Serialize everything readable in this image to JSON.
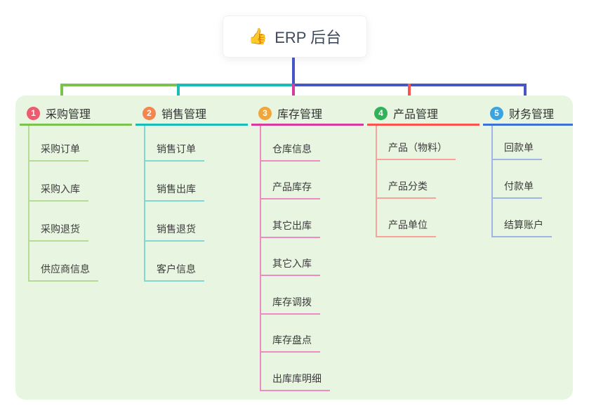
{
  "root": {
    "icon": "👍",
    "label": "ERP 后台"
  },
  "branches": [
    {
      "number": "1",
      "label": "采购管理",
      "items": [
        "采购订单",
        "采购入库",
        "采购退货",
        "供应商信息"
      ],
      "colors": {
        "badge": "#ee5b6e",
        "line": "#7cc24f",
        "sub_line": "#b5db97"
      }
    },
    {
      "number": "2",
      "label": "销售管理",
      "items": [
        "销售订单",
        "销售出库",
        "销售退货",
        "客户信息"
      ],
      "colors": {
        "badge": "#f5854e",
        "line": "#1abdb3",
        "sub_line": "#82d7d1"
      }
    },
    {
      "number": "3",
      "label": "库存管理",
      "items": [
        "仓库信息",
        "产品库存",
        "其它出库",
        "其它入库",
        "库存调拨",
        "库存盘点",
        "出库库明细"
      ],
      "colors": {
        "badge": "#f0a63a",
        "line": "#d63a9e",
        "sub_line": "#ee8ac4"
      }
    },
    {
      "number": "4",
      "label": "产品管理",
      "items": [
        "产品（物料）",
        "产品分类",
        "产品单位"
      ],
      "colors": {
        "badge": "#32b258",
        "line": "#fa544c",
        "sub_line": "#f9a29b"
      }
    },
    {
      "number": "5",
      "label": "财务管理",
      "items": [
        "回款单",
        "付款单",
        "结算账户"
      ],
      "colors": {
        "badge": "#3ba3e0",
        "line": "#3c70d2",
        "sub_line": "#9eb6e5"
      }
    }
  ],
  "palette": {
    "root_connector": "#4656c4",
    "panel_background": "#e7f5e1",
    "root_text": "#3e4a5a",
    "item_text": "#3c3c3c"
  }
}
